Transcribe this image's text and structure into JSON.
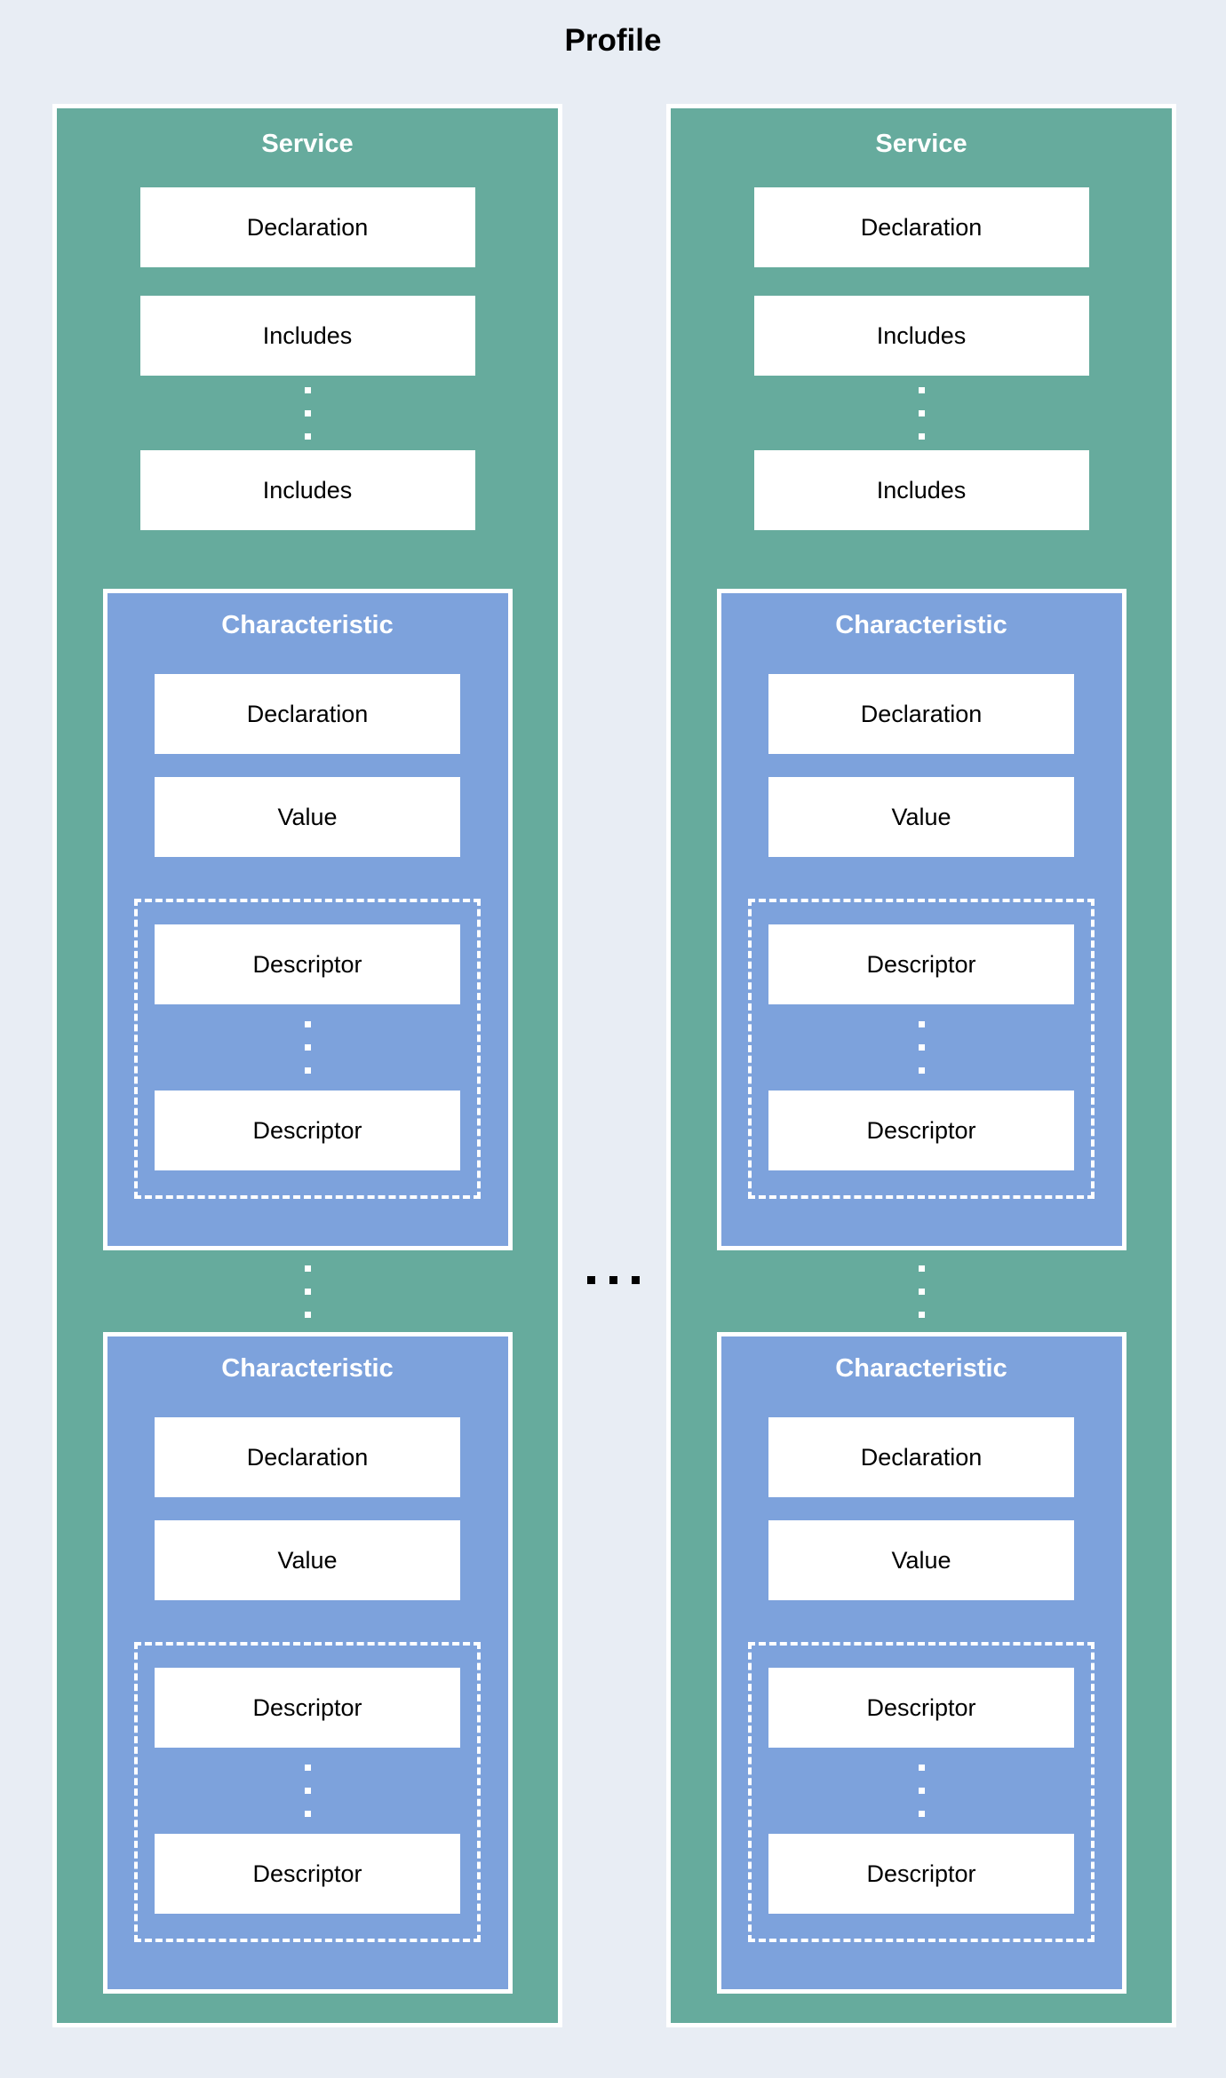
{
  "title": "Profile",
  "colors": {
    "background": "#E8EDF4",
    "service_fill": "#66AB9D",
    "characteristic_fill": "#7DA2DC",
    "box_fill": "#FFFFFF",
    "border": "#FFFFFF",
    "text_dark": "#000000",
    "text_light": "#FFFFFF"
  },
  "services": [
    {
      "label": "Service",
      "declaration": "Declaration",
      "includes": [
        "Includes",
        "Includes"
      ],
      "characteristics": [
        {
          "label": "Characteristic",
          "declaration": "Declaration",
          "value": "Value",
          "descriptors": [
            "Descriptor",
            "Descriptor"
          ]
        },
        {
          "label": "Characteristic",
          "declaration": "Declaration",
          "value": "Value",
          "descriptors": [
            "Descriptor",
            "Descriptor"
          ]
        }
      ]
    },
    {
      "label": "Service",
      "declaration": "Declaration",
      "includes": [
        "Includes",
        "Includes"
      ],
      "characteristics": [
        {
          "label": "Characteristic",
          "declaration": "Declaration",
          "value": "Value",
          "descriptors": [
            "Descriptor",
            "Descriptor"
          ]
        },
        {
          "label": "Characteristic",
          "declaration": "Declaration",
          "value": "Value",
          "descriptors": [
            "Descriptor",
            "Descriptor"
          ]
        }
      ]
    }
  ]
}
